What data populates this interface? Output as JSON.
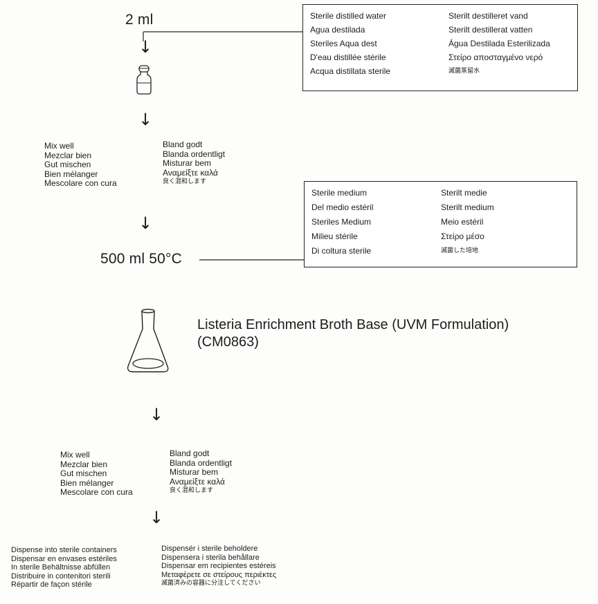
{
  "step1": {
    "volume": "2 ml"
  },
  "water_box": {
    "rows": [
      [
        "Sterile distilled water",
        "Sterilt destilleret vand"
      ],
      [
        "Agua destilada",
        "Sterilt destillerat vatten"
      ],
      [
        "Steriles Aqua dest",
        "Água Destilada Esterilizada"
      ],
      [
        "D'eau distillée stérile",
        "Στείρο αποσταγμένο νερό"
      ],
      [
        "Acqua distillata sterile",
        "滅菌蒸留水"
      ]
    ]
  },
  "mix1": {
    "left": [
      "Mix well",
      "Mezclar bien",
      "Gut mischen",
      "Bien mélanger",
      "Mescolare con cura"
    ],
    "right": [
      "Bland godt",
      "Blanda ordentligt",
      "Misturar bem",
      "Αναμείξτε καλά",
      "良く混和します"
    ]
  },
  "medium_box": {
    "rows": [
      [
        "Sterile medium",
        "Sterilt medie"
      ],
      [
        "Del medio estéril",
        "Sterilt medium"
      ],
      [
        "Steriles Medium",
        "Meio estéril"
      ],
      [
        "Milieu stérile",
        "Στείρο μέσο"
      ],
      [
        "Di coltura sterile",
        "滅菌した培地"
      ]
    ]
  },
  "step2": {
    "volume_temp": "500 ml 50°C"
  },
  "product": {
    "name": "Listeria Enrichment Broth Base (UVM Formulation)",
    "code": "(CM0863)"
  },
  "mix2": {
    "left": [
      "Mix well",
      "Mezclar bien",
      "Gut mischen",
      "Bien mélanger",
      "Mescolare con cura"
    ],
    "right": [
      "Bland godt",
      "Blanda ordentligt",
      "Misturar bem",
      "Αναμείξτε καλά",
      "良く混和します"
    ]
  },
  "dispense": {
    "left": [
      "Dispense into sterile containers",
      "Dispensar en envases estériles",
      "In sterile Behältnisse abfüllen",
      "Distribuire in contenitori sterili",
      "Répartir de façon stérile"
    ],
    "right": [
      "Dispensér i sterile beholdere",
      "Dispensera i sterila behållare",
      "Dispensar em recipientes estéreis",
      "Μεταφέρετε σε στείρους περιέκτες",
      "滅菌済みの容器に分注してください"
    ]
  },
  "icons": {
    "arrow": "down-arrow-icon",
    "vial": "vial-icon",
    "flask": "erlenmeyer-flask-icon"
  }
}
